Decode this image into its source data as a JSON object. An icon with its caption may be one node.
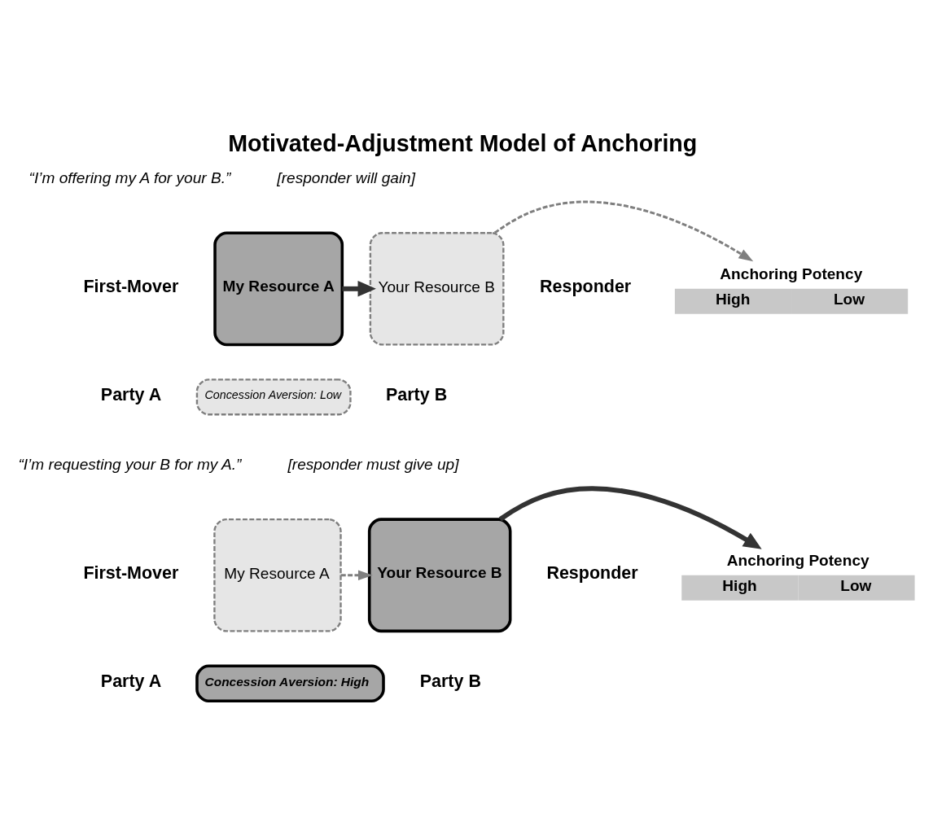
{
  "diagram": {
    "title": "Motivated-Adjustment Model of Anchoring",
    "nodes": [
      {
        "text": [
          "My Resource A"
        ]
      },
      {
        "text": [
          "Your Resource B"
        ]
      },
      {
        "text": [
          "Anchoring Potency",
          "High",
          "Low"
        ]
      },
      {
        "text": [
          "Concession Aversion: Low"
        ]
      },
      {
        "text": [
          "My Resource A"
        ]
      },
      {
        "text": [
          "Your Resource B"
        ]
      },
      {
        "text": [
          "Anchoring Potency",
          "High",
          "Low"
        ]
      },
      {
        "text": [
          "Concession Aversion: High"
        ]
      }
    ],
    "edges": [
      {
        "from": 0,
        "to": 1,
        "arrow": "to",
        "style": "thick"
      },
      {
        "from": 1,
        "to": 2,
        "arrow": "to",
        "style": "dashed"
      },
      {
        "from": 4,
        "to": 5,
        "arrow": "to",
        "style": "dashed"
      },
      {
        "from": 5,
        "to": 6,
        "arrow": "to",
        "style": "thick"
      }
    ],
    "labels": [
      "“I’m offering my A for your B.”",
      "[responder will gain]",
      "First-Mover",
      "Responder",
      "Party A",
      "Party B",
      "“I’m requesting your B for my A.”",
      "[responder must give up]",
      "First-Mover",
      "Responder",
      "Party A",
      "Party B"
    ]
  }
}
